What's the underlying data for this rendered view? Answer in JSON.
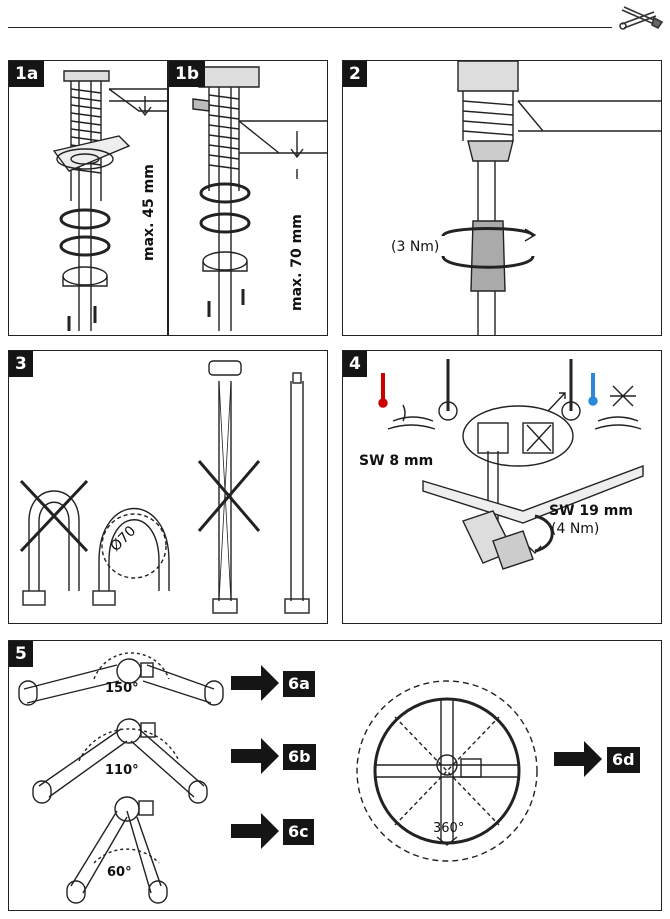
{
  "header": {
    "tools_icon": "wrench-screwdriver-icon"
  },
  "steps": {
    "s1a": {
      "badge": "1a",
      "dim": "max. 45 mm"
    },
    "s1b": {
      "badge": "1b",
      "dim": "max. 70 mm"
    },
    "s2": {
      "badge": "2",
      "torque": "(3 Nm)"
    },
    "s3": {
      "badge": "3",
      "diameter": "Ø70"
    },
    "s4": {
      "badge": "4",
      "wrench_small": "SW 8 mm",
      "wrench_large": "SW 19 mm",
      "torque": "(4 Nm)"
    },
    "s5": {
      "badge": "5",
      "angles": [
        "150°",
        "110°",
        "60°",
        "360°"
      ],
      "goto": [
        "6a",
        "6b",
        "6c",
        "6d"
      ]
    }
  }
}
